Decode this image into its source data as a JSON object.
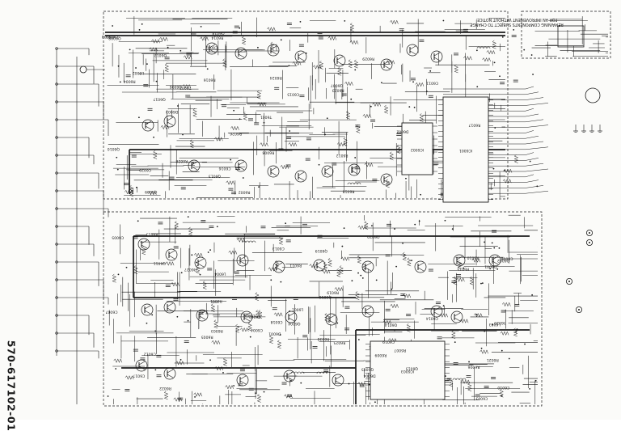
{
  "document": {
    "part_number": "570-617102-01",
    "note": "REMAINING COMPONENTS SUBJECT TO CHANGE FOR AN IMPROVEMENT WITHOUT NOTICE."
  },
  "schematic": {
    "ic_labels": [
      "IC6001",
      "IC6002",
      "IC6003"
    ],
    "component_labels": [
      "Q6001",
      "Q6002",
      "Q6003",
      "Q6004",
      "Q6005",
      "Q6006",
      "Q6007",
      "Q6008",
      "Q6009",
      "Q6010",
      "Q6011",
      "Q6012",
      "Q6013",
      "Q6014",
      "Q6015",
      "Q6016",
      "Q6017",
      "Q6018",
      "Q6019",
      "Q6020",
      "R6001",
      "R6002",
      "R6003",
      "R6004",
      "R6005",
      "R6006",
      "R6007",
      "R6008",
      "R6009",
      "R6010",
      "R6011",
      "R6012",
      "R6013",
      "R6014",
      "R6015",
      "R6016",
      "R6017",
      "R6018",
      "R6019",
      "R6020",
      "R6021",
      "R6022",
      "R6023",
      "R6024",
      "R6025",
      "R6026",
      "R6027",
      "R6028",
      "R6029",
      "R6030",
      "C6001",
      "C6002",
      "C6003",
      "C6004",
      "C6005",
      "C6006",
      "C6007",
      "C6008",
      "C6009",
      "C6010",
      "C6011",
      "C6012",
      "C6013",
      "C6014",
      "C6015",
      "C6016",
      "C6017",
      "C6018",
      "C6019",
      "C6020",
      "L6001",
      "L6002",
      "L6003",
      "L6004",
      "D6001",
      "D6002",
      "D6003",
      "D6004",
      "T6001",
      "T6002"
    ]
  }
}
